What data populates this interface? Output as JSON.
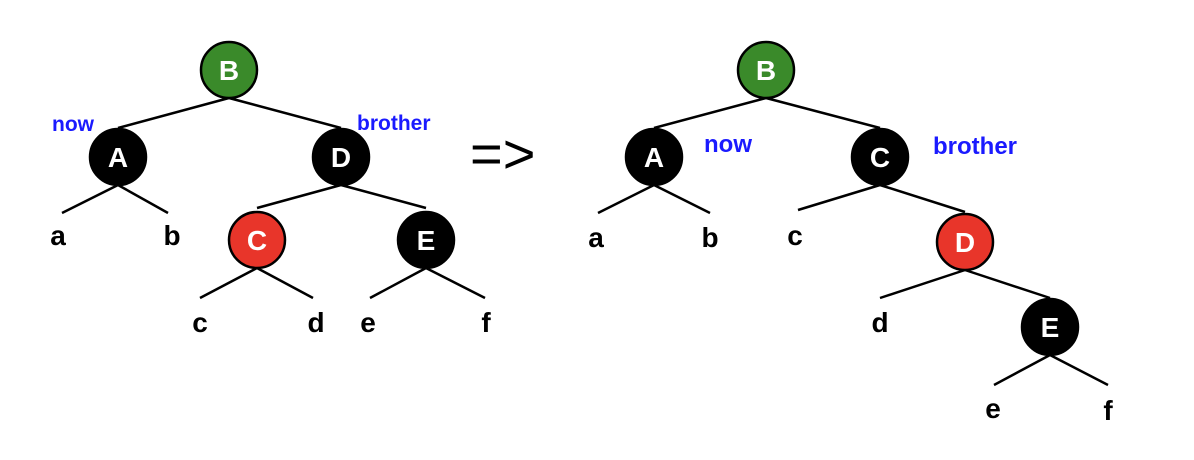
{
  "colors": {
    "black": "#000000",
    "red": "#e8352a",
    "green": "#3a8a2a",
    "blue": "#1a1aff"
  },
  "arrow": "=>",
  "left_tree": {
    "nodes": {
      "B": "B",
      "A": "A",
      "D": "D",
      "C": "C",
      "E": "E"
    },
    "node_colors": {
      "B": "green",
      "A": "black",
      "D": "black",
      "C": "red",
      "E": "black"
    },
    "leaves": {
      "a": "a",
      "b": "b",
      "c": "c",
      "d": "d",
      "e": "e",
      "f": "f"
    },
    "annotations": {
      "now": "now",
      "brother": "brother"
    }
  },
  "right_tree": {
    "nodes": {
      "B": "B",
      "A": "A",
      "C": "C",
      "D": "D",
      "E": "E"
    },
    "node_colors": {
      "B": "green",
      "A": "black",
      "C": "black",
      "D": "red",
      "E": "black"
    },
    "leaves": {
      "a": "a",
      "b": "b",
      "c": "c",
      "d": "d",
      "e": "e",
      "f": "f"
    },
    "annotations": {
      "now": "now",
      "brother": "brother"
    }
  }
}
